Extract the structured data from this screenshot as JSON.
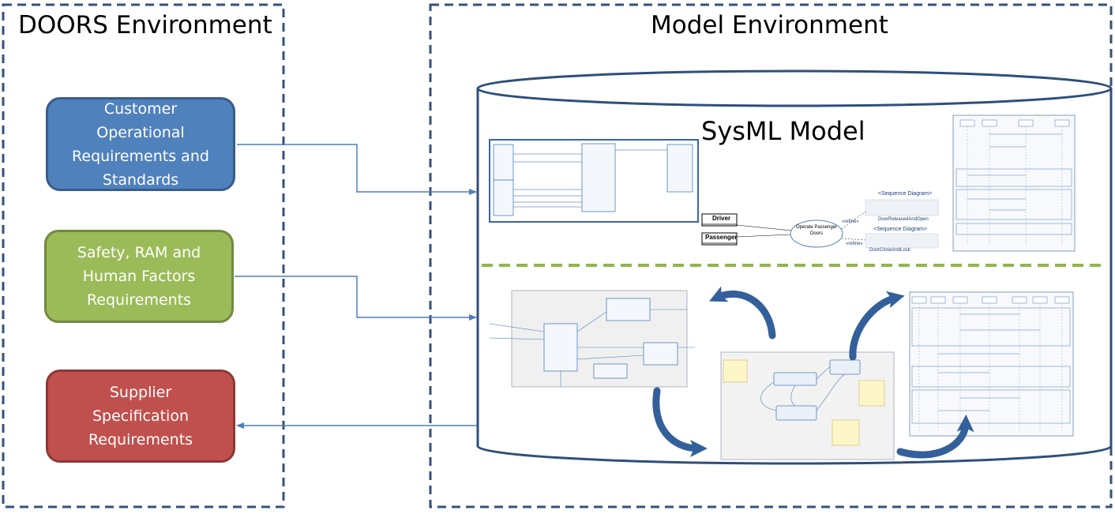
{
  "doors_environment": {
    "title": "DOORS Environment",
    "boxes": [
      {
        "id": "customer",
        "lines": [
          "Customer",
          "Operational",
          "Requirements and",
          "Standards"
        ],
        "fill": "#4f81bd",
        "border": "#385d8a"
      },
      {
        "id": "safety",
        "lines": [
          "Safety, RAM and",
          "Human Factors",
          "Requirements"
        ],
        "fill": "#9bbb59",
        "border": "#71893f"
      },
      {
        "id": "supplier",
        "lines": [
          "Supplier",
          "Specification",
          "Requirements"
        ],
        "fill": "#c0504d",
        "border": "#8c3836"
      }
    ]
  },
  "model_environment": {
    "title": "Model Environment",
    "sysml_title": "SysML Model",
    "use_case": {
      "actors": [
        "Driver",
        "Passenger"
      ],
      "use_case": [
        "Operate Passenger",
        "Doors"
      ],
      "refine_label": "«refine»",
      "seq_diagram_label": "<Sequence Diagram>",
      "diagrams": [
        "DoorReleasedAndOpen",
        "DoorCloseAndLock"
      ]
    }
  },
  "colors": {
    "border_dash": "#35527a",
    "arrow": "#4f7fb8",
    "divider": "#92b550",
    "curved_arrow": "#33609a",
    "cylinder": "#2f4f7b"
  }
}
